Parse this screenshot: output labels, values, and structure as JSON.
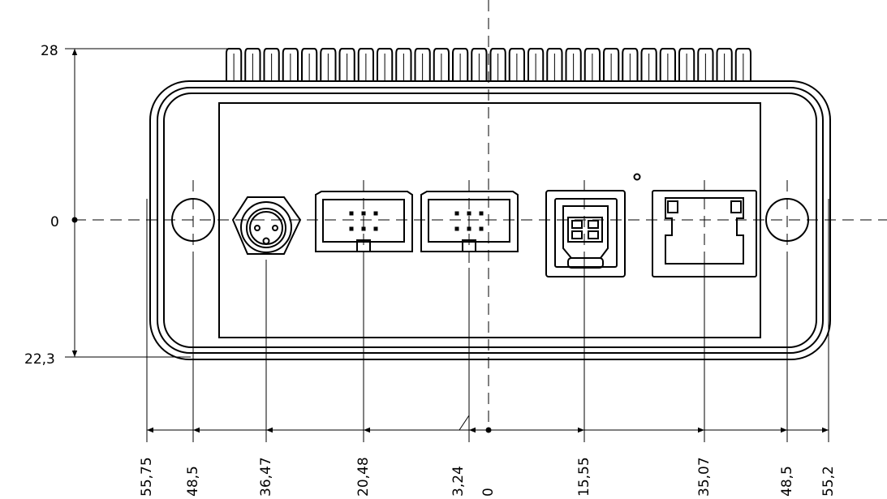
{
  "vertical_dimensions": {
    "top_label": "28",
    "origin_label": "0",
    "bottom_label": "22,3"
  },
  "horizontal_dimensions": [
    {
      "key": "left-edge",
      "label": "55,75"
    },
    {
      "key": "left-mount-hole",
      "label": "48,5"
    },
    {
      "key": "power-connector",
      "label": "36,47"
    },
    {
      "key": "connector-1",
      "label": "20,48"
    },
    {
      "key": "connector-2",
      "label": "3,24"
    },
    {
      "key": "origin",
      "label": "0"
    },
    {
      "key": "usb-port",
      "label": "15,55"
    },
    {
      "key": "ethernet-port",
      "label": "35,07"
    },
    {
      "key": "right-mount-hole",
      "label": "48,5"
    },
    {
      "key": "right-edge",
      "label": "55,2"
    }
  ],
  "heat_sink_fin_count": 28
}
